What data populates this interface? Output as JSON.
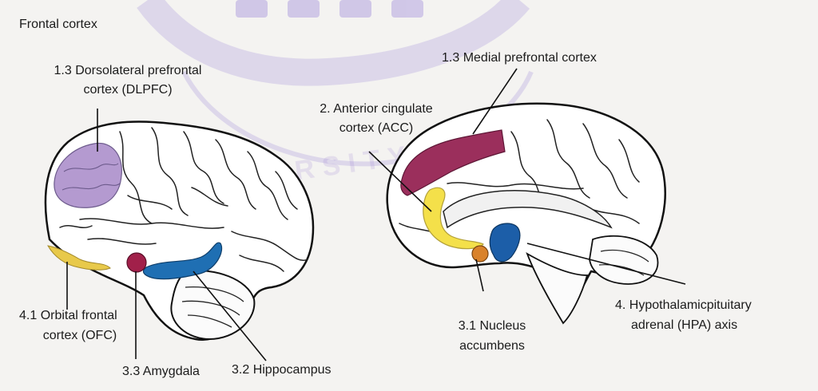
{
  "figure": {
    "header": "Frontal cortex",
    "labels": {
      "dlpfc_line1": "1.3 Dorsolateral prefrontal",
      "dlpfc_line2": "cortex (DLPFC)",
      "medial_pfc": "1.3 Medial prefrontal cortex",
      "acc_line1": "2. Anterior cingulate",
      "acc_line2": "cortex (ACC)",
      "ofc_line1": "4.1 Orbital frontal",
      "ofc_line2": "cortex (OFC)",
      "amygdala": "3.3 Amygdala",
      "hippocampus": "3.2 Hippocampus",
      "nucleus_line1": "3.1 Nucleus",
      "nucleus_line2": "accumbens",
      "hpa_line1": "4. Hypothalamicpituitary",
      "hpa_line2": "adrenal (HPA) axis"
    },
    "watermark_text": "UNIVERSITY OF",
    "colors": {
      "background": "#f4f3f1",
      "dlpfc": "#b49ad0",
      "medial_pfc": "#9b2f5c",
      "acc": "#f4e04a",
      "ofc": "#e8c94a",
      "amygdala": "#a1204a",
      "hippocampus": "#1f6fb3",
      "nucleus_accumbens": "#d9822b",
      "hpa": "#1c5ea8",
      "watermark": "#8f78d6"
    }
  }
}
